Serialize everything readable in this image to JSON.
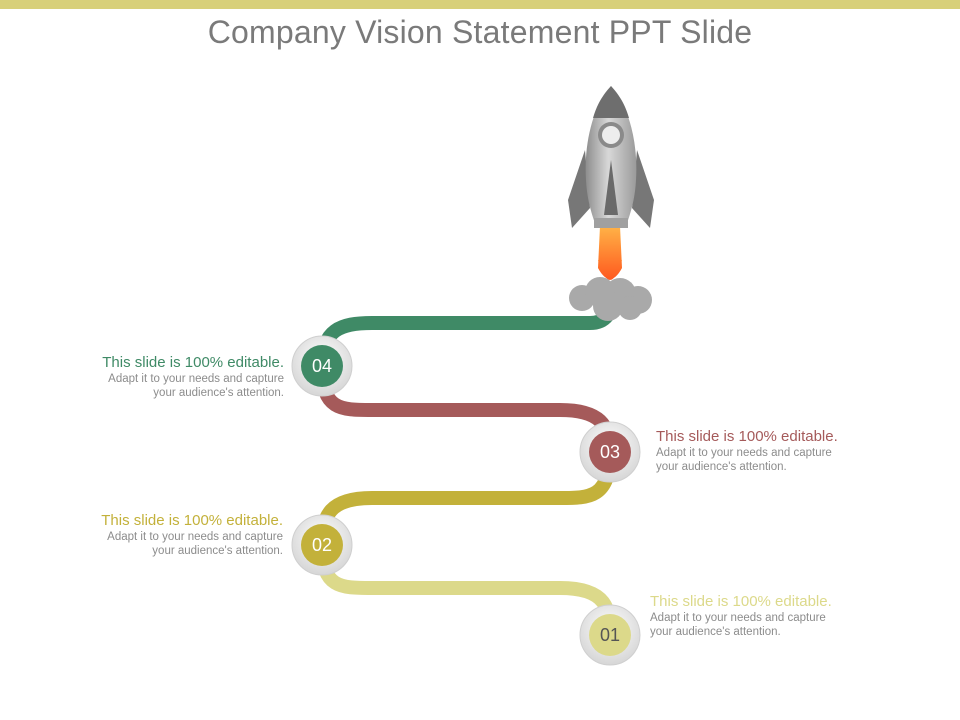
{
  "slide": {
    "title": "Company Vision Statement PPT Slide",
    "accent": "#d8d07a"
  },
  "steps": [
    {
      "number": "01",
      "heading": "This slide is 100% editable.",
      "body_line1": "Adapt it to your needs and capture",
      "body_line2": "your audience's attention.",
      "color": "#dcd98a",
      "number_color": "#555555",
      "side": "right"
    },
    {
      "number": "02",
      "heading": "This slide is 100% editable.",
      "body_line1": "Adapt it to your needs and capture",
      "body_line2": "your audience's attention.",
      "color": "#c3b13a",
      "number_color": "#ffffff",
      "side": "left"
    },
    {
      "number": "03",
      "heading": "This slide is 100% editable.",
      "body_line1": "Adapt it to your needs and capture",
      "body_line2": "your audience's attention.",
      "color": "#a55a5a",
      "number_color": "#ffffff",
      "side": "right"
    },
    {
      "number": "04",
      "heading": "This slide is 100% editable.",
      "body_line1": "Adapt it to your needs and capture",
      "body_line2": "your audience's attention.",
      "color": "#3f8a66",
      "number_color": "#ffffff",
      "side": "left"
    }
  ],
  "icons": {
    "rocket": "rocket-icon",
    "smoke": "smoke-cloud-icon"
  }
}
